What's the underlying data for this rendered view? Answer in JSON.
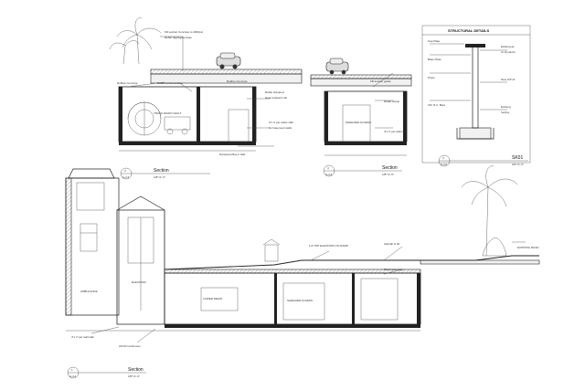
{
  "drawing": {
    "section_top_left": {
      "title": "Section",
      "scale": "1/8\"=1'-0\"",
      "number": "3",
      "sheet": "A-4.3"
    },
    "section_top_mid": {
      "title": "Section",
      "scale": "1/8\"=1'-0\"",
      "number": "4",
      "sheet": "A-4.3"
    },
    "section_top_right": {
      "title": "SK01",
      "scale": "3/4\"=1'-0\"",
      "number": "3",
      "sheet": "A-4.2"
    },
    "section_bottom": {
      "title": "Section",
      "scale": "1/8\"=1'-0\"",
      "number": "1",
      "sheet": "A-4.2"
    },
    "structural_details_header": "STRUCTURAL DETAILS",
    "labels": {
      "truck_drain_vault": "TRUCK DRAIN VAULT",
      "shielded_access": "SHIELDED ACCESS",
      "elevator": "ELEVATOR",
      "ambulance": "AMBULANCE",
      "lower_drain": "LOWER DRAIN",
      "ramp_top": "1-6 TOP ELEVATION OF RAMP",
      "existing_road": "EXISTING ROAD",
      "wall_slab": "4\"x 2' per wall slab",
      "shielded_access_2": "SHIELDED ACCESS"
    }
  }
}
